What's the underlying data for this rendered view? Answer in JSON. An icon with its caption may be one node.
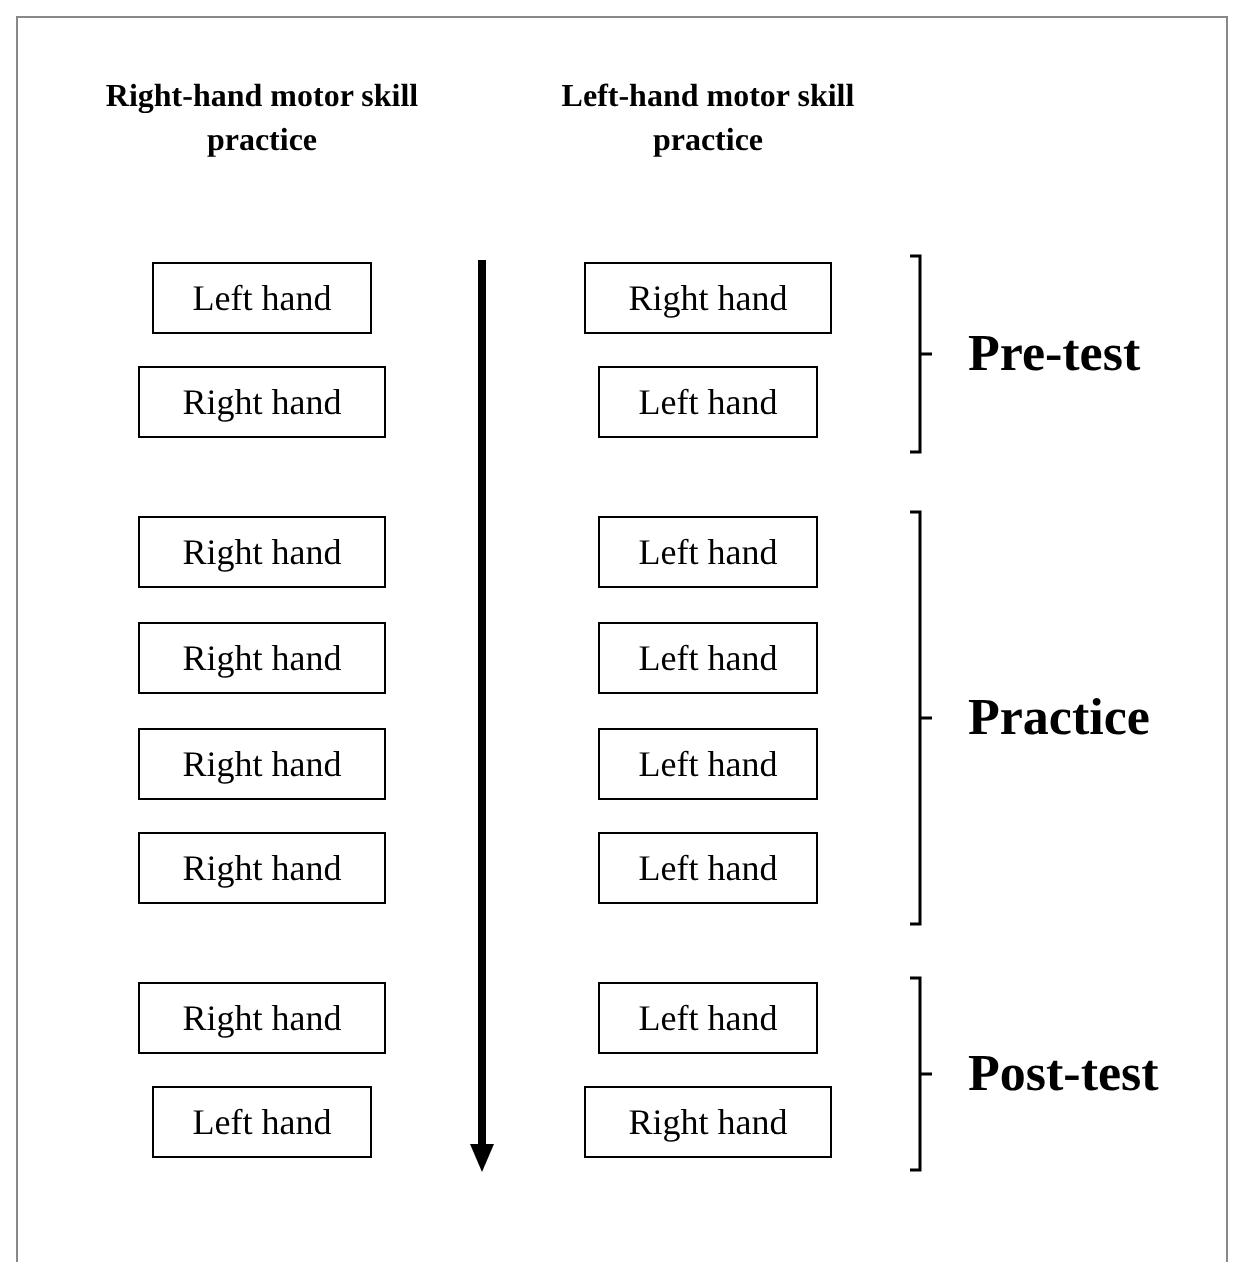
{
  "diagram": {
    "nodes": [
      {
        "text": [
          "Left hand"
        ]
      },
      {
        "text": [
          "Right hand"
        ]
      },
      {
        "text": [
          "Right hand"
        ]
      },
      {
        "text": [
          "Left hand"
        ]
      },
      {
        "text": [
          "Right hand"
        ]
      },
      {
        "text": [
          "Left hand"
        ]
      },
      {
        "text": [
          "Right hand"
        ]
      },
      {
        "text": [
          "Left hand"
        ]
      },
      {
        "text": [
          "Right hand"
        ]
      },
      {
        "text": [
          "Left hand"
        ]
      },
      {
        "text": [
          "Right hand"
        ]
      },
      {
        "text": [
          "Left hand"
        ]
      },
      {
        "text": [
          "Right hand"
        ]
      },
      {
        "text": [
          "Left hand"
        ]
      },
      {
        "text": [
          "Left hand"
        ]
      },
      {
        "text": [
          "Right hand"
        ]
      }
    ],
    "labels": [
      "Right-hand motor skill practice",
      "Left-hand motor skill practice",
      "Pre-test",
      "Practice",
      "Post-test"
    ]
  }
}
